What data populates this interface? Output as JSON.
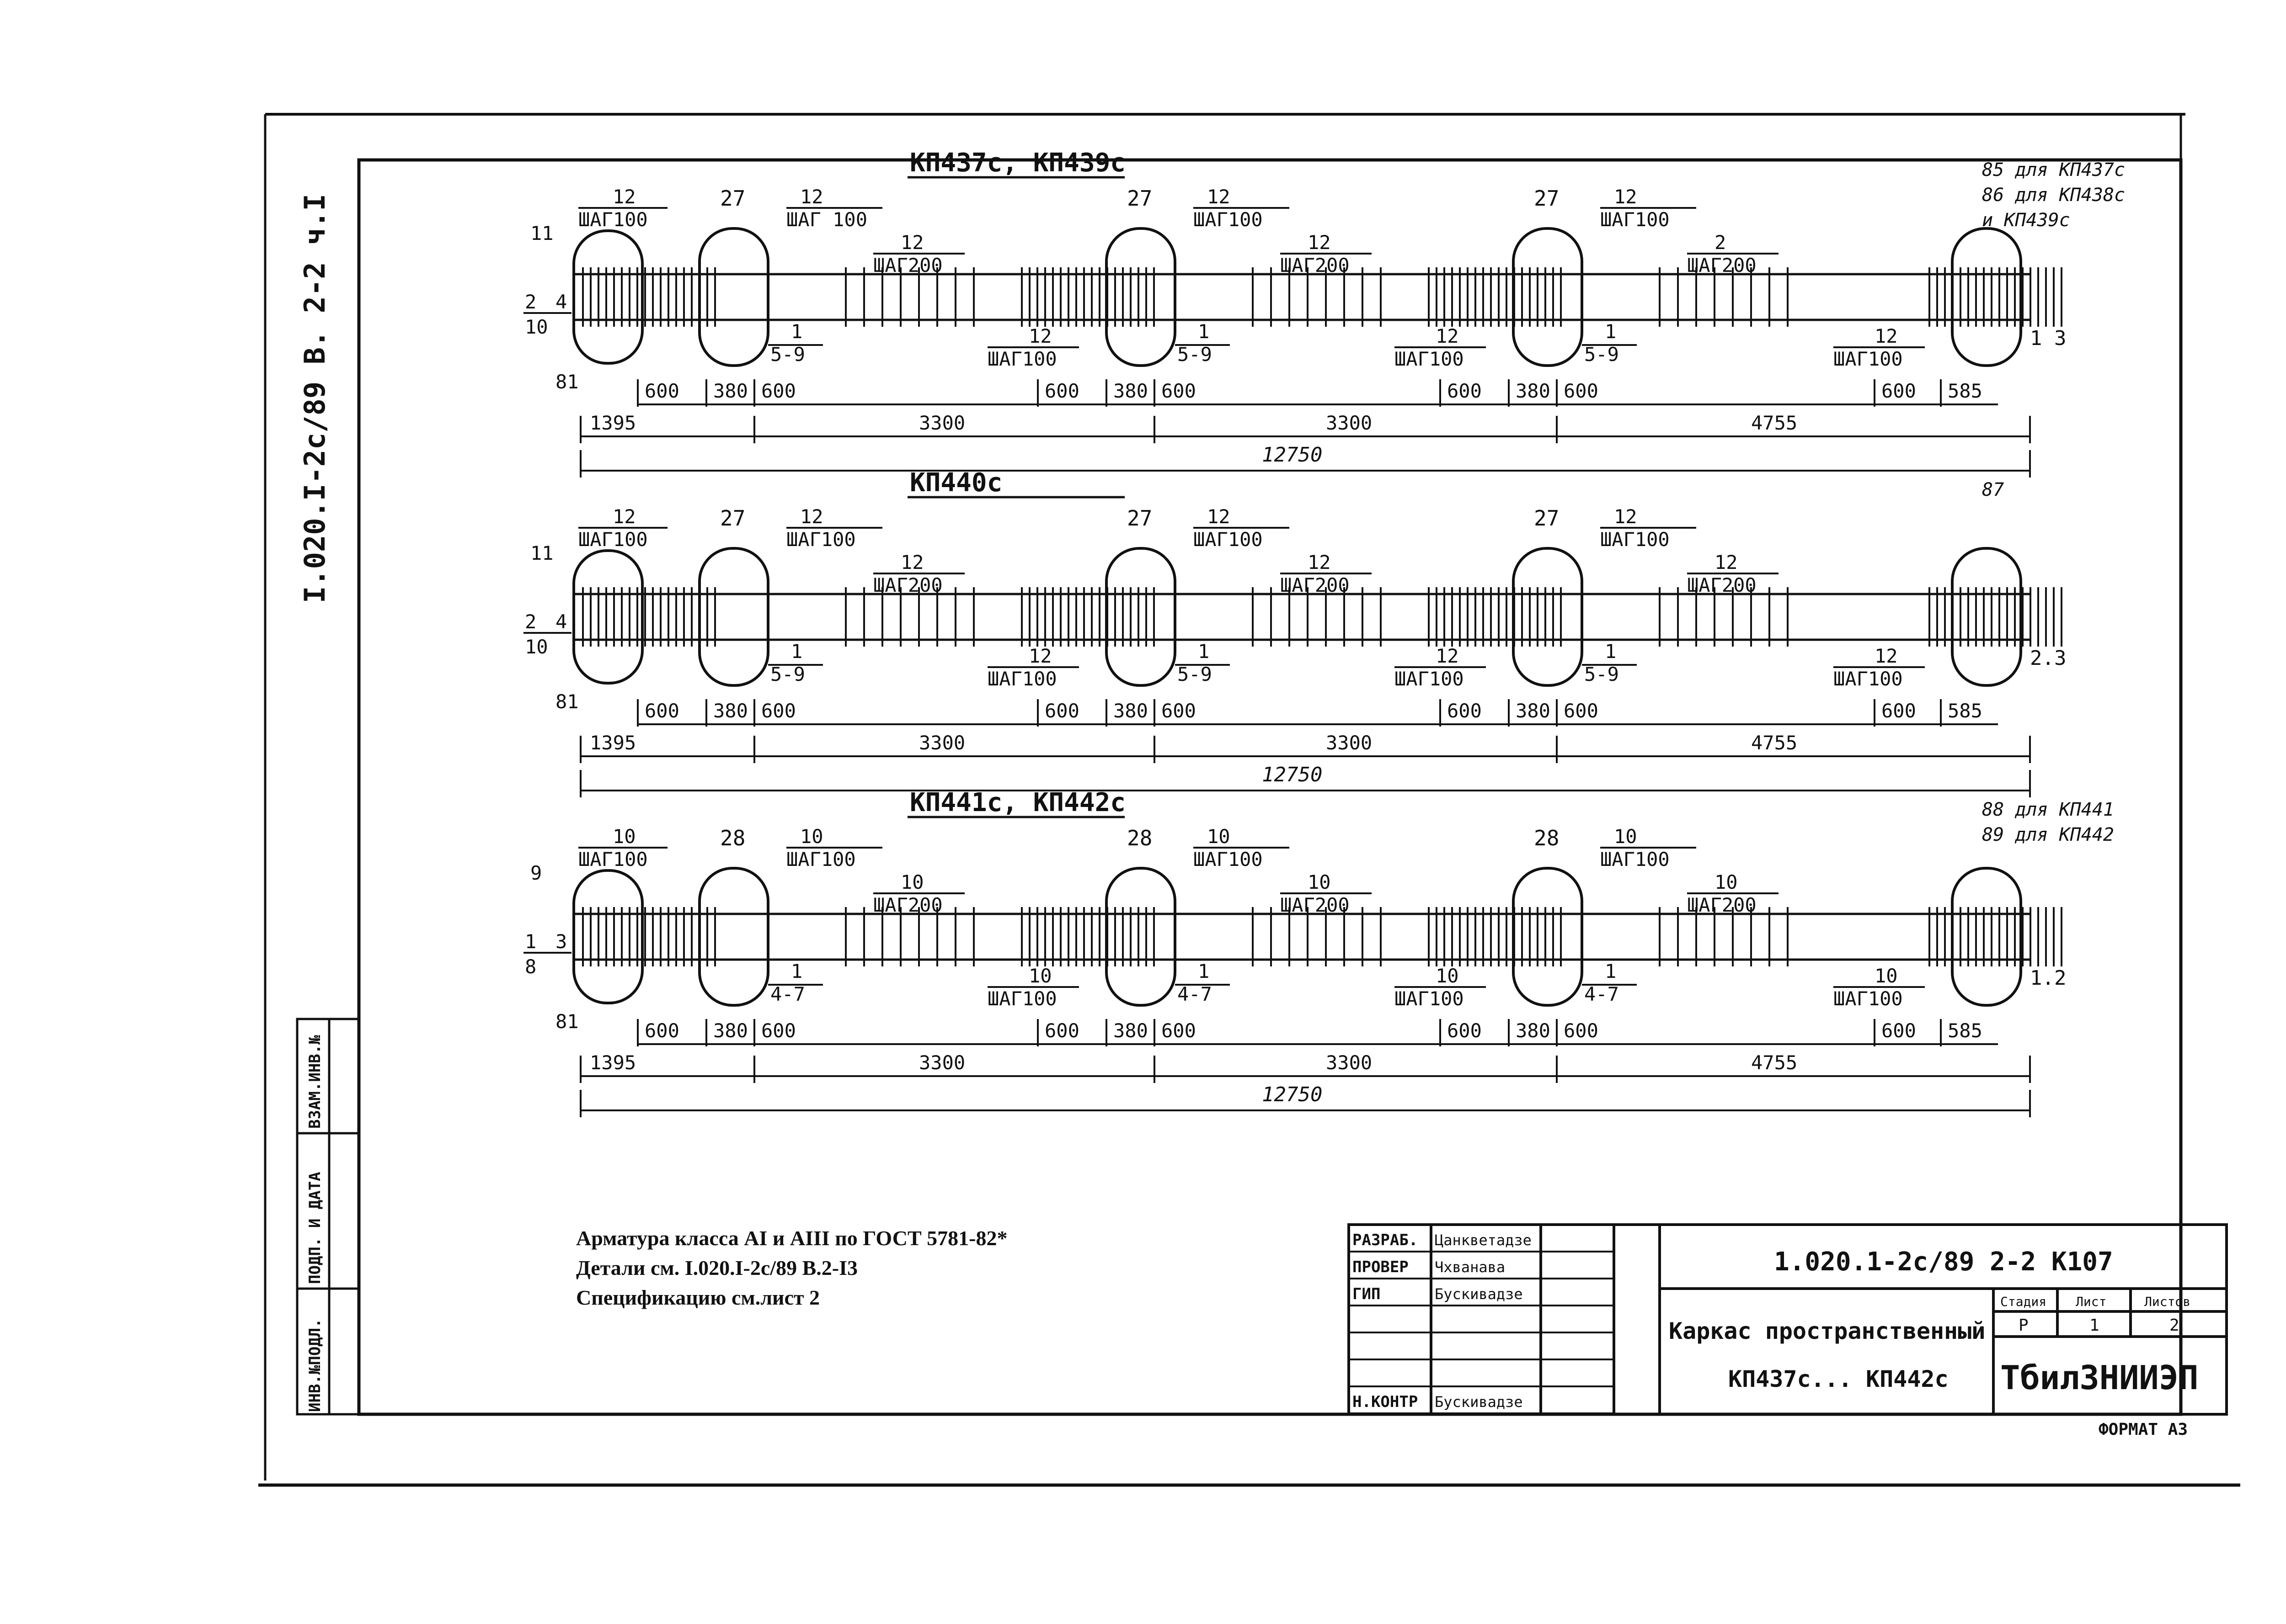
{
  "side_stamp": "I.020.I-2c/89 В. 2-2 ч.I",
  "side_columns": [
    "ИНВ.№ПОДЛ.",
    "ПОДП. И ДАТА",
    "ВЗАМ.ИНВ.№"
  ],
  "frames": [
    {
      "title": "КП437с, КП439с",
      "end_note": [
        "85 для КП437с",
        "86 для КП438с",
        "и КП439с"
      ],
      "left_marks": {
        "top": "11",
        "mid_a": "2",
        "mid_b": "4",
        "mid_c": "10",
        "bottom": "81"
      },
      "end_pos": "1 3",
      "groups": [
        {
          "bar_top_a": "12",
          "step_top_a": "ШАГ100",
          "ring": "27",
          "bar_top_b": "12",
          "step_top_b": "ШАГ 100",
          "bar_top_c": "12",
          "step_top_c": "ШАГ200",
          "bar_bot": "1",
          "range_bot": "5-9"
        },
        {
          "bar_bot_l": "12",
          "step_bot_l": "ШАГ100",
          "ring": "27",
          "bar_top_b": "12",
          "step_top_b": "ШАГ100",
          "bar_top_c": "12",
          "step_top_c": "ШАГ200",
          "bar_bot": "1",
          "range_bot": "5-9"
        },
        {
          "bar_bot_l": "12",
          "step_bot_l": "ШАГ100",
          "ring": "27",
          "bar_top_b": "12",
          "step_top_b": "ШАГ100",
          "bar_top_c": "2",
          "step_top_c": "ШАГ200",
          "bar_bot": "1",
          "range_bot": "5-9"
        },
        {
          "bar_bot_l": "12",
          "step_bot_l": "ШАГ100"
        }
      ],
      "dims_small": [
        "600",
        "380",
        "600",
        "600",
        "380",
        "600",
        "600",
        "380",
        "600",
        "600",
        "585"
      ],
      "dims_mid": [
        "1395",
        "3300",
        "3300",
        "4755"
      ],
      "dim_total": "12750"
    },
    {
      "title": "КП440с",
      "end_note": [
        "87"
      ],
      "left_marks": {
        "top": "11",
        "mid_a": "2",
        "mid_b": "4",
        "mid_c": "10",
        "bottom": "81"
      },
      "end_pos": "2.3",
      "groups": [
        {
          "bar_top_a": "12",
          "step_top_a": "ШАГ100",
          "ring": "27",
          "bar_top_b": "12",
          "step_top_b": "ШАГ100",
          "bar_top_c": "12",
          "step_top_c": "ШАГ200",
          "bar_bot": "1",
          "range_bot": "5-9"
        },
        {
          "bar_bot_l": "12",
          "step_bot_l": "ШАГ100",
          "ring": "27",
          "bar_top_b": "12",
          "step_top_b": "ШАГ100",
          "bar_top_c": "12",
          "step_top_c": "ШАГ200",
          "bar_bot": "1",
          "range_bot": "5-9"
        },
        {
          "bar_bot_l": "12",
          "step_bot_l": "ШАГ100",
          "ring": "27",
          "bar_top_b": "12",
          "step_top_b": "ШАГ100",
          "bar_top_c": "12",
          "step_top_c": "ШАГ200",
          "bar_bot": "1",
          "range_bot": "5-9"
        },
        {
          "bar_bot_l": "12",
          "step_bot_l": "ШАГ100"
        }
      ],
      "dims_small": [
        "600",
        "380",
        "600",
        "600",
        "380",
        "600",
        "600",
        "380",
        "600",
        "600",
        "585"
      ],
      "dims_mid": [
        "1395",
        "3300",
        "3300",
        "4755"
      ],
      "dim_total": "12750"
    },
    {
      "title": "КП441с, КП442с",
      "end_note": [
        "88 для КП441",
        "89 для КП442"
      ],
      "left_marks": {
        "top": "9",
        "mid_a": "1",
        "mid_b": "3",
        "mid_c": "8",
        "bottom": "81"
      },
      "end_pos": "1.2",
      "groups": [
        {
          "bar_top_a": "10",
          "step_top_a": "ШАГ100",
          "ring": "28",
          "bar_top_b": "10",
          "step_top_b": "ШАГ100",
          "bar_top_c": "10",
          "step_top_c": "ШАГ200",
          "bar_bot": "1",
          "range_bot": "4-7"
        },
        {
          "bar_bot_l": "10",
          "step_bot_l": "ШАГ100",
          "ring": "28",
          "bar_top_b": "10",
          "step_top_b": "ШАГ100",
          "bar_top_c": "10",
          "step_top_c": "ШАГ200",
          "bar_bot": "1",
          "range_bot": "4-7"
        },
        {
          "bar_bot_l": "10",
          "step_bot_l": "ШАГ100",
          "ring": "28",
          "bar_top_b": "10",
          "step_top_b": "ШАГ100",
          "bar_top_c": "10",
          "step_top_c": "ШАГ200",
          "bar_bot": "1",
          "range_bot": "4-7"
        },
        {
          "bar_bot_l": "10",
          "step_bot_l": "ШАГ100"
        }
      ],
      "dims_small": [
        "600",
        "380",
        "600",
        "600",
        "380",
        "600",
        "600",
        "380",
        "600",
        "600",
        "585"
      ],
      "dims_mid": [
        "1395",
        "3300",
        "3300",
        "4755"
      ],
      "dim_total": "12750"
    }
  ],
  "notes": [
    "Арматура класса AI и AIII по ГОСТ 5781-82*",
    "Детали см. I.020.I-2c/89 В.2-I3",
    "Спецификацию см.лист 2"
  ],
  "title_block": {
    "roles": [
      "РАЗРАБ.",
      "ПРОВЕР",
      "ГИП",
      "",
      "",
      "",
      "Н.КОНТР"
    ],
    "names": [
      "Цанкветадзе",
      "Чхванава",
      "Бускивадзе",
      "",
      "",
      "",
      "Бускивадзе"
    ],
    "code": "1.020.1-2с/89 2-2 К107",
    "title_line1": "Каркас пространственный",
    "title_line2": "КП437с... КП442с",
    "stage_label": "Стадия",
    "sheet_label": "Лист",
    "sheets_label": "Листов",
    "stage": "Р",
    "sheet": "1",
    "sheets": "2",
    "org": "ТбилЗНИИЭП",
    "format": "ФОРМАТ А3"
  },
  "colors": {
    "ink": "#111111",
    "paper": "#ffffff"
  }
}
